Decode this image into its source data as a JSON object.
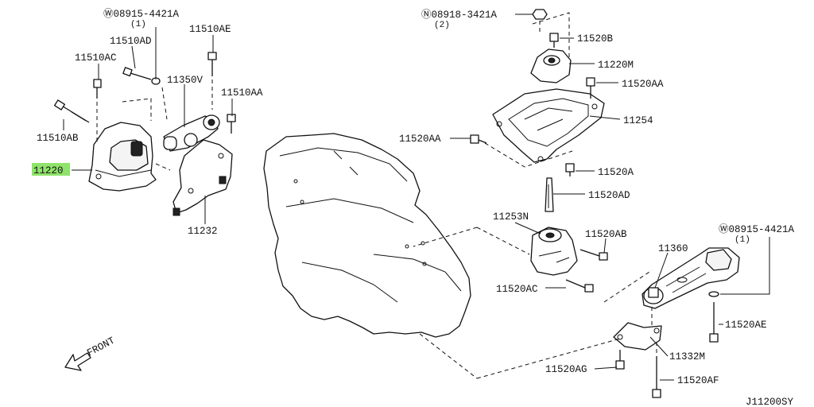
{
  "labels": {
    "w_08915_4421a_top": "Ⓦ08915-4421A",
    "w_08915_4421a_top_qty": "(1)",
    "p11510ad": "11510AD",
    "p11510ae": "11510AE",
    "p11510ac": "11510AC",
    "p11350v": "11350V",
    "p11510aa": "11510AA",
    "p11510ab": "11510AB",
    "p11220": "11220",
    "p11232": "11232",
    "n_08918_3421a": "Ⓝ08918-3421A",
    "n_08918_3421a_qty": "(2)",
    "p11520b": "11520B",
    "p11220m": "11220M",
    "p11520aa_top": "11520AA",
    "p11254": "11254",
    "p11520aa_left": "11520AA",
    "p11520a": "11520A",
    "p11520ad": "11520AD",
    "p11253n": "11253N",
    "p11520ab": "11520AB",
    "p11520ac": "11520AC",
    "p11360": "11360",
    "w_08915_4421a_right": "Ⓦ08915-4421A",
    "w_08915_4421a_right_qty": "(1)",
    "p11520ae": "11520AE",
    "p11332m": "11332M",
    "p11520ag": "11520AG",
    "p11520af": "11520AF",
    "front": "FRONT",
    "diagram_code": "J11200SY"
  },
  "highlight": {
    "part": "11220",
    "color": "#8fe36a"
  }
}
